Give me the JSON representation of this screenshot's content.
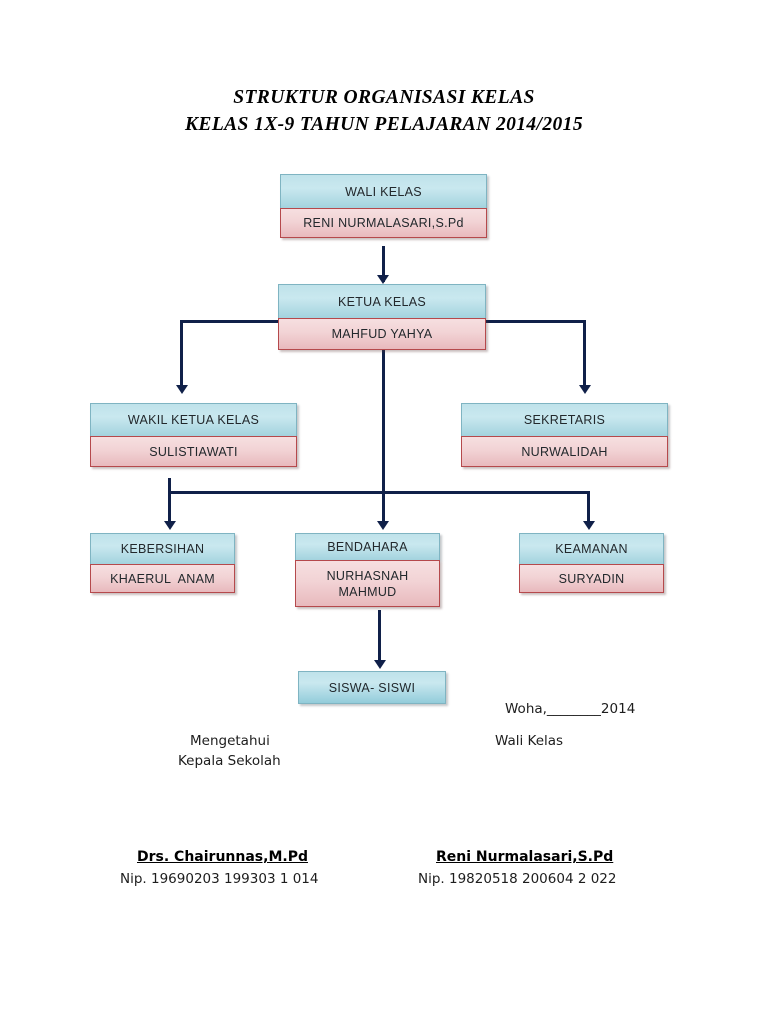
{
  "document": {
    "title_line1": "STRUKTUR ORGANISASI KELAS",
    "title_line2": "KELAS 1X-9 TAHUN PELAJARAN 2014/2015"
  },
  "chart_data": {
    "type": "diagram",
    "title": "STRUKTUR ORGANISASI KELAS",
    "subtitle": "KELAS 1X-9 TAHUN PELAJARAN 2014/2015",
    "nodes": [
      {
        "id": "wali_kelas",
        "role": "WALI KELAS",
        "person": "RENI NURMALASARI,S.Pd",
        "level": 0
      },
      {
        "id": "ketua_kelas",
        "role": "KETUA KELAS",
        "person": "MAHFUD YAHYA",
        "level": 1
      },
      {
        "id": "wakil_ketua",
        "role": "WAKIL KETUA KELAS",
        "person": "SULISTIAWATI",
        "level": 2
      },
      {
        "id": "sekretaris",
        "role": "SEKRETARIS",
        "person": "NURWALIDAH",
        "level": 2
      },
      {
        "id": "kebersihan",
        "role": "KEBERSIHAN",
        "person": "KHAERUL  ANAM",
        "level": 3
      },
      {
        "id": "bendahara",
        "role": "BENDAHARA",
        "person": "NURHASNAH\nMAHMUD",
        "level": 3
      },
      {
        "id": "keamanan",
        "role": "KEAMANAN",
        "person": "SURYADIN",
        "level": 3
      },
      {
        "id": "siswa_siswi",
        "role": "SISWA- SISWI",
        "person": "",
        "level": 4
      }
    ],
    "edges": [
      {
        "from": "wali_kelas",
        "to": "ketua_kelas"
      },
      {
        "from": "ketua_kelas",
        "to": "wakil_ketua"
      },
      {
        "from": "ketua_kelas",
        "to": "sekretaris"
      },
      {
        "from": "ketua_kelas",
        "to": "kebersihan"
      },
      {
        "from": "ketua_kelas",
        "to": "bendahara"
      },
      {
        "from": "ketua_kelas",
        "to": "keamanan"
      },
      {
        "from": "bendahara",
        "to": "siswa_siswi"
      }
    ],
    "colors": {
      "role_box_fill": "#c3e4ec",
      "role_box_border": "#7fb4c2",
      "person_box_fill": "#f1d2d5",
      "person_box_border": "#b5494c",
      "connector": "#102049"
    }
  },
  "footer": {
    "place_date": "Woha,________2014",
    "right_role": "Wali Kelas",
    "left_label_line1": "Mengetahui",
    "left_label_line2": "Kepala Sekolah",
    "left_signer_name": "Drs. Chairunnas,M.Pd",
    "left_signer_nip": "Nip. 19690203 199303 1 014",
    "right_signer_name": "Reni Nurmalasari,S.Pd",
    "right_signer_nip": "Nip. 19820518 200604 2 022"
  }
}
